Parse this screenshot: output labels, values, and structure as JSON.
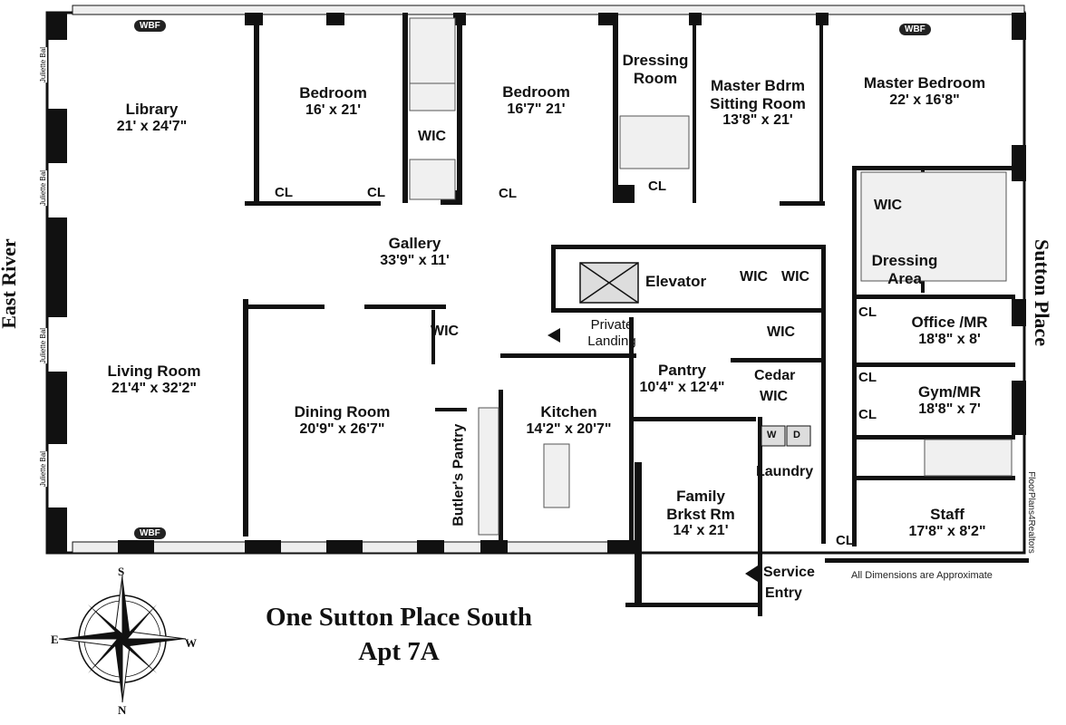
{
  "rooms": {
    "library": {
      "name": "Library",
      "dims": "21' x 24'7\""
    },
    "bedroom1": {
      "name": "Bedroom",
      "dims": "16' x 21'"
    },
    "bedroom2": {
      "name": "Bedroom",
      "dims": "16'7\" 21'"
    },
    "dressing_room": {
      "name": "Dressing",
      "name2": "Room"
    },
    "master_sitting": {
      "name": "Master Bdrm",
      "name2": "Sitting Room",
      "dims": "13'8\" x 21'"
    },
    "master_bedroom": {
      "name": "Master Bedroom",
      "dims": "22' x 16'8\""
    },
    "gallery": {
      "name": "Gallery",
      "dims": "33'9\" x 11'"
    },
    "living_room": {
      "name": "Living Room",
      "dims": "21'4\" x 32'2\""
    },
    "dining_room": {
      "name": "Dining Room",
      "dims": "20'9\" x 26'7\""
    },
    "kitchen": {
      "name": "Kitchen",
      "dims": "14'2\" x 20'7\""
    },
    "pantry": {
      "name": "Pantry",
      "dims": "10'4\" x 12'4\""
    },
    "family_brkst": {
      "name": "Family",
      "name2": "Brkst Rm",
      "dims": "14' x 21'"
    },
    "office": {
      "name": "Office /MR",
      "dims": "18'8\" x 8'"
    },
    "gym": {
      "name": "Gym/MR",
      "dims": "18'8\" x 7'"
    },
    "staff": {
      "name": "Staff",
      "dims": "17'8\" x 8'2\""
    },
    "dressing_area": {
      "name": "Dressing",
      "name2": "Area"
    }
  },
  "labels": {
    "elevator": "Elevator",
    "private_landing_1": "Private",
    "private_landing_2": "Landing",
    "butlers_pantry": "Butler's Pantry",
    "laundry": "Laundry",
    "service_entry_1": "Service",
    "service_entry_2": "Entry",
    "cedar_wic_1": "Cedar",
    "cedar_wic_2": "WIC",
    "wic": "WIC",
    "cl": "CL",
    "wbf": "WBF",
    "w": "W",
    "d": "D",
    "juliette": "Juliette Bal",
    "east_river": "East River",
    "sutton_place": "Sutton Place",
    "title_1": "One Sutton Place South",
    "title_2": "Apt 7A",
    "disclaimer": "All Dimensions are Approximate",
    "watermark": "FloorPlans4Realtors"
  },
  "compass": {
    "n": "N",
    "s": "S",
    "e": "E",
    "w": "W"
  }
}
